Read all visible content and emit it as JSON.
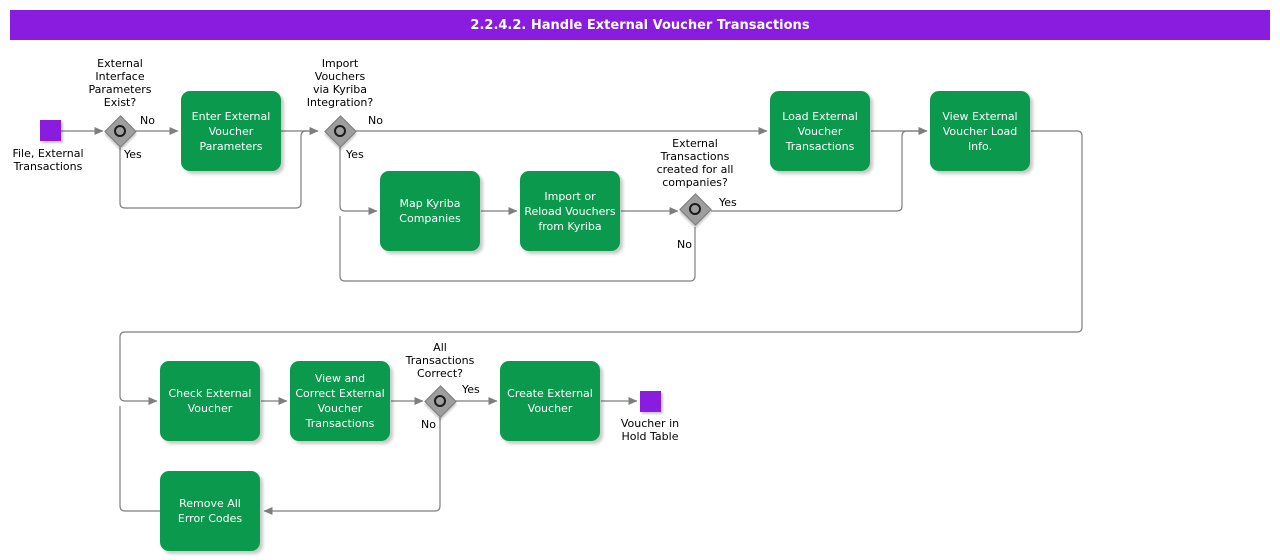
{
  "header": {
    "title": "2.2.4.2. Handle External Voucher Transactions",
    "bar_color": "#8A1CE0"
  },
  "theme": {
    "task_color": "#0B9A4D",
    "task_text_color": "#FFFFFF",
    "endpoint_color": "#8A1CE0",
    "gateway_fill": "#9E9E9E",
    "connector_color": "#7E7E7E",
    "background": "#FFFFFF"
  },
  "diagram": {
    "type": "flowchart",
    "endpoints": [
      {
        "id": "start",
        "label": "File, External\nTransactions"
      },
      {
        "id": "end",
        "label": "Voucher in\nHold Table"
      }
    ],
    "tasks": [
      {
        "id": "enter-external-voucher-parameters",
        "label": "Enter External\nVoucher\nParameters"
      },
      {
        "id": "map-kyriba-companies",
        "label": "Map Kyriba\nCompanies"
      },
      {
        "id": "import-or-reload-vouchers-from-kyriba",
        "label": "Import or\nReload Vouchers\nfrom Kyriba"
      },
      {
        "id": "load-external-voucher-transactions",
        "label": "Load External\nVoucher\nTransactions"
      },
      {
        "id": "view-external-voucher-load-info",
        "label": "View External\nVoucher Load\nInfo."
      },
      {
        "id": "check-external-voucher",
        "label": "Check External\nVoucher"
      },
      {
        "id": "view-and-correct-external-voucher-transactions",
        "label": "View and\nCorrect External\nVoucher\nTransactions"
      },
      {
        "id": "create-external-voucher",
        "label": "Create External\nVoucher"
      },
      {
        "id": "remove-all-error-codes",
        "label": "Remove All\nError Codes"
      }
    ],
    "gateways": [
      {
        "id": "external-interface-parameters-exist",
        "question": "External\nInterface\nParameters\nExist?",
        "branches": [
          "No",
          "Yes"
        ]
      },
      {
        "id": "import-vouchers-via-kyriba-integration",
        "question": "Import\nVouchers\nvia Kyriba\nIntegration?",
        "branches": [
          "No",
          "Yes"
        ]
      },
      {
        "id": "external-transactions-created-for-all-companies",
        "question": "External\nTransactions\ncreated for all\ncompanies?",
        "branches": [
          "Yes",
          "No"
        ]
      },
      {
        "id": "all-transactions-correct",
        "question": "All\nTransactions\nCorrect?",
        "branches": [
          "Yes",
          "No"
        ]
      }
    ],
    "edge_labels": {
      "gw1_no": "No",
      "gw1_yes": "Yes",
      "gw2_no": "No",
      "gw2_yes": "Yes",
      "gw3_yes": "Yes",
      "gw3_no": "No",
      "gw4_yes": "Yes",
      "gw4_no": "No"
    }
  }
}
